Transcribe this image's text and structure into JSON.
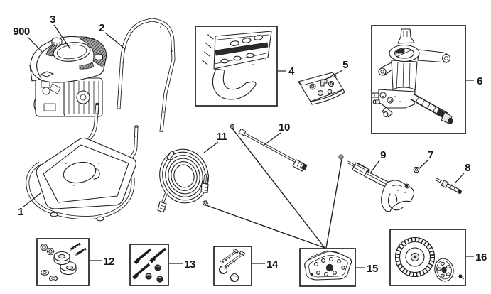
{
  "colors": {
    "background": "#ffffff",
    "line_art": "#231f20",
    "dark_fill": "#2a2a2a"
  },
  "labels": {
    "l1": "1",
    "l2": "2",
    "l3": "3",
    "l4": "4",
    "l5": "5",
    "l6": "6",
    "l7": "7",
    "l8": "8",
    "l9": "9",
    "l10": "10",
    "l11": "11",
    "l12": "12",
    "l13": "13",
    "l14": "14",
    "l15": "15",
    "l16": "16",
    "l900": "900"
  }
}
